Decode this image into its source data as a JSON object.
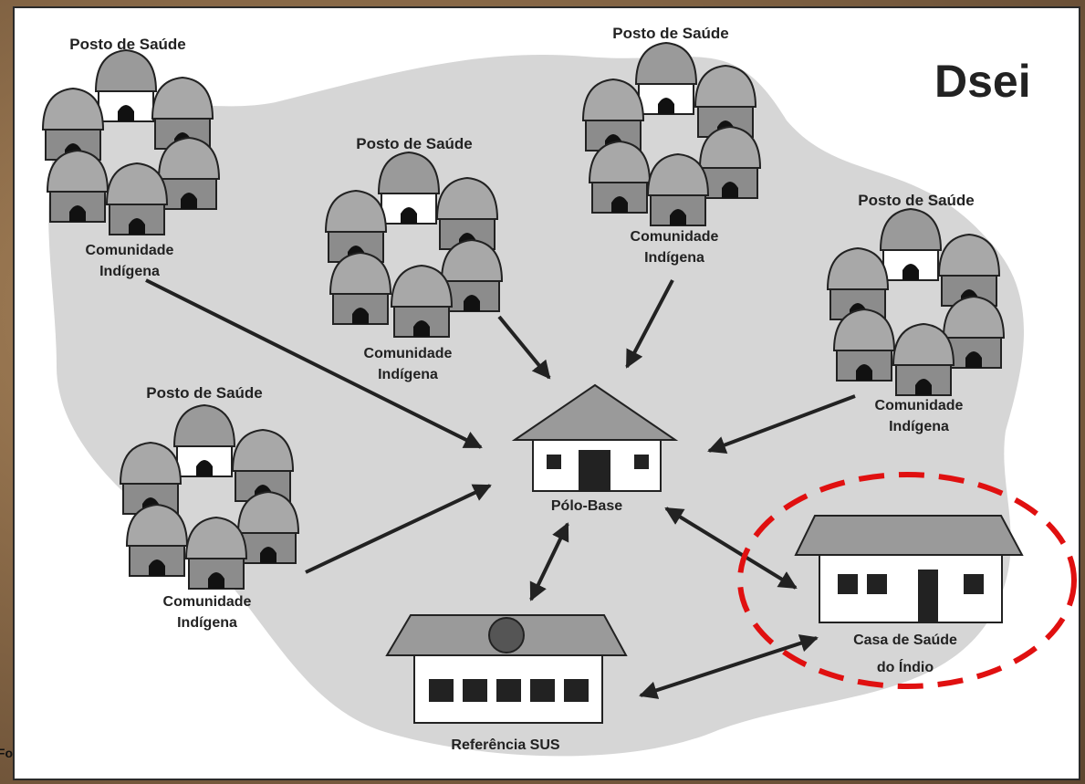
{
  "diagram": {
    "title": "Dsei",
    "posto_label": "Posto de Saúde",
    "comunidade_line1": "Comunidade",
    "comunidade_line2": "Indígena",
    "polo_label": "Pólo-Base",
    "casa_line1": "Casa de Saúde",
    "casa_line2": "do Índio",
    "referencia_label": "Referência SUS",
    "highlight_color": "#e01010",
    "region_color": "#d6d6d6"
  },
  "edge_text": "Fo"
}
